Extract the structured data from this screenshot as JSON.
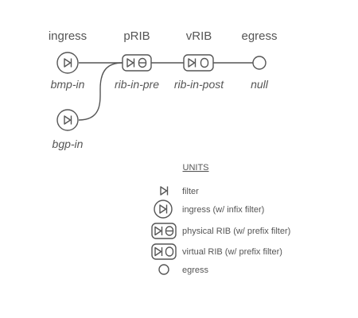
{
  "columns": {
    "ingress": "ingress",
    "prib": "pRIB",
    "vrib": "vRIB",
    "egress": "egress"
  },
  "nodes": {
    "bmp_in": "bmp-in",
    "bgp_in": "bgp-in",
    "rib_in_pre": "rib-in-pre",
    "rib_in_post": "rib-in-post",
    "null": "null"
  },
  "legend": {
    "title": "UNITS",
    "items": {
      "filter": "filter",
      "ingress": "ingress (w/ infix filter)",
      "physical_rib": "physical RIB (w/ prefix filter)",
      "virtual_rib": "virtual RIB (w/ prefix filter)",
      "egress": "egress"
    }
  },
  "colors": {
    "stroke": "#555555",
    "background": "#ffffff"
  }
}
